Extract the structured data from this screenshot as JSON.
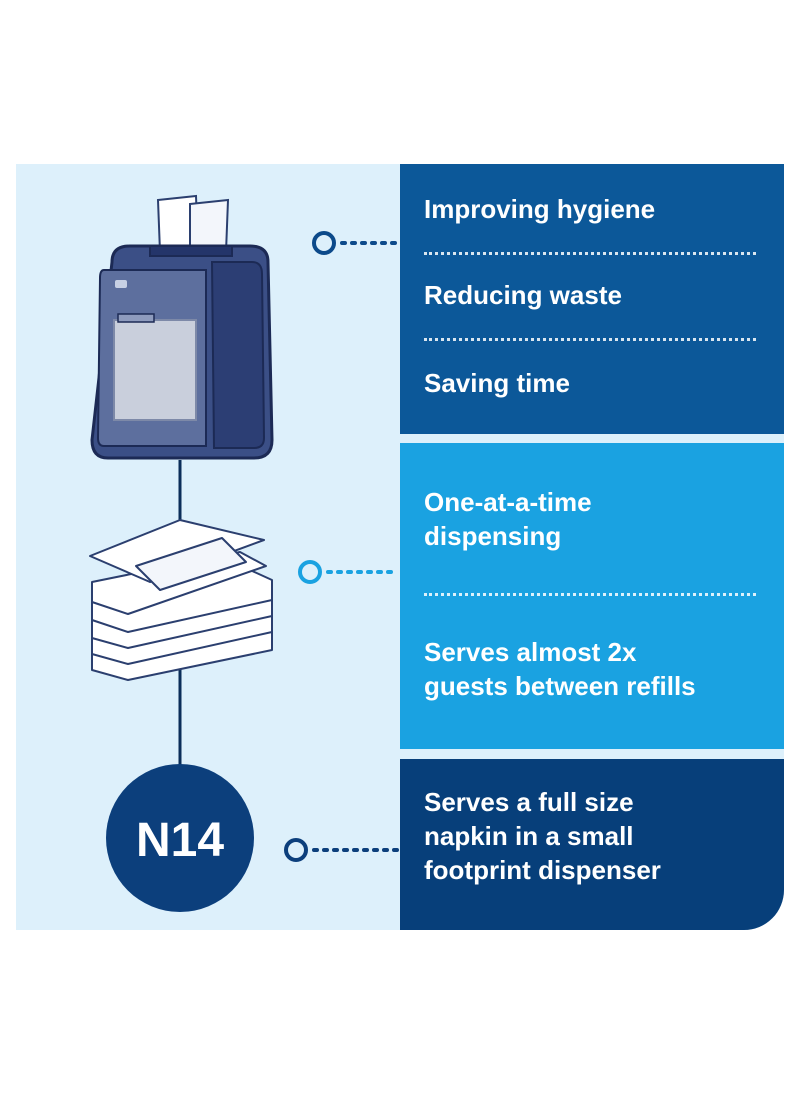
{
  "benefits_top": {
    "items": [
      "Improving hygiene",
      "Reducing waste",
      "Saving time"
    ]
  },
  "benefits_middle": {
    "items": [
      "One-at-a-time\ndispensing",
      "Serves almost 2x\nguests between refills"
    ]
  },
  "benefits_bottom": {
    "text": "Serves a full size\nnapkin in a small\nfootprint dispenser"
  },
  "badge": {
    "label": "N14"
  },
  "colors": {
    "background_light": "#ddf0fb",
    "dark_blue": "#0c5899",
    "bright_blue": "#1aa2e1",
    "navy": "#073f7a"
  },
  "icons": [
    "napkin-dispenser-icon",
    "napkin-stack-icon",
    "connector-circle-icon"
  ]
}
